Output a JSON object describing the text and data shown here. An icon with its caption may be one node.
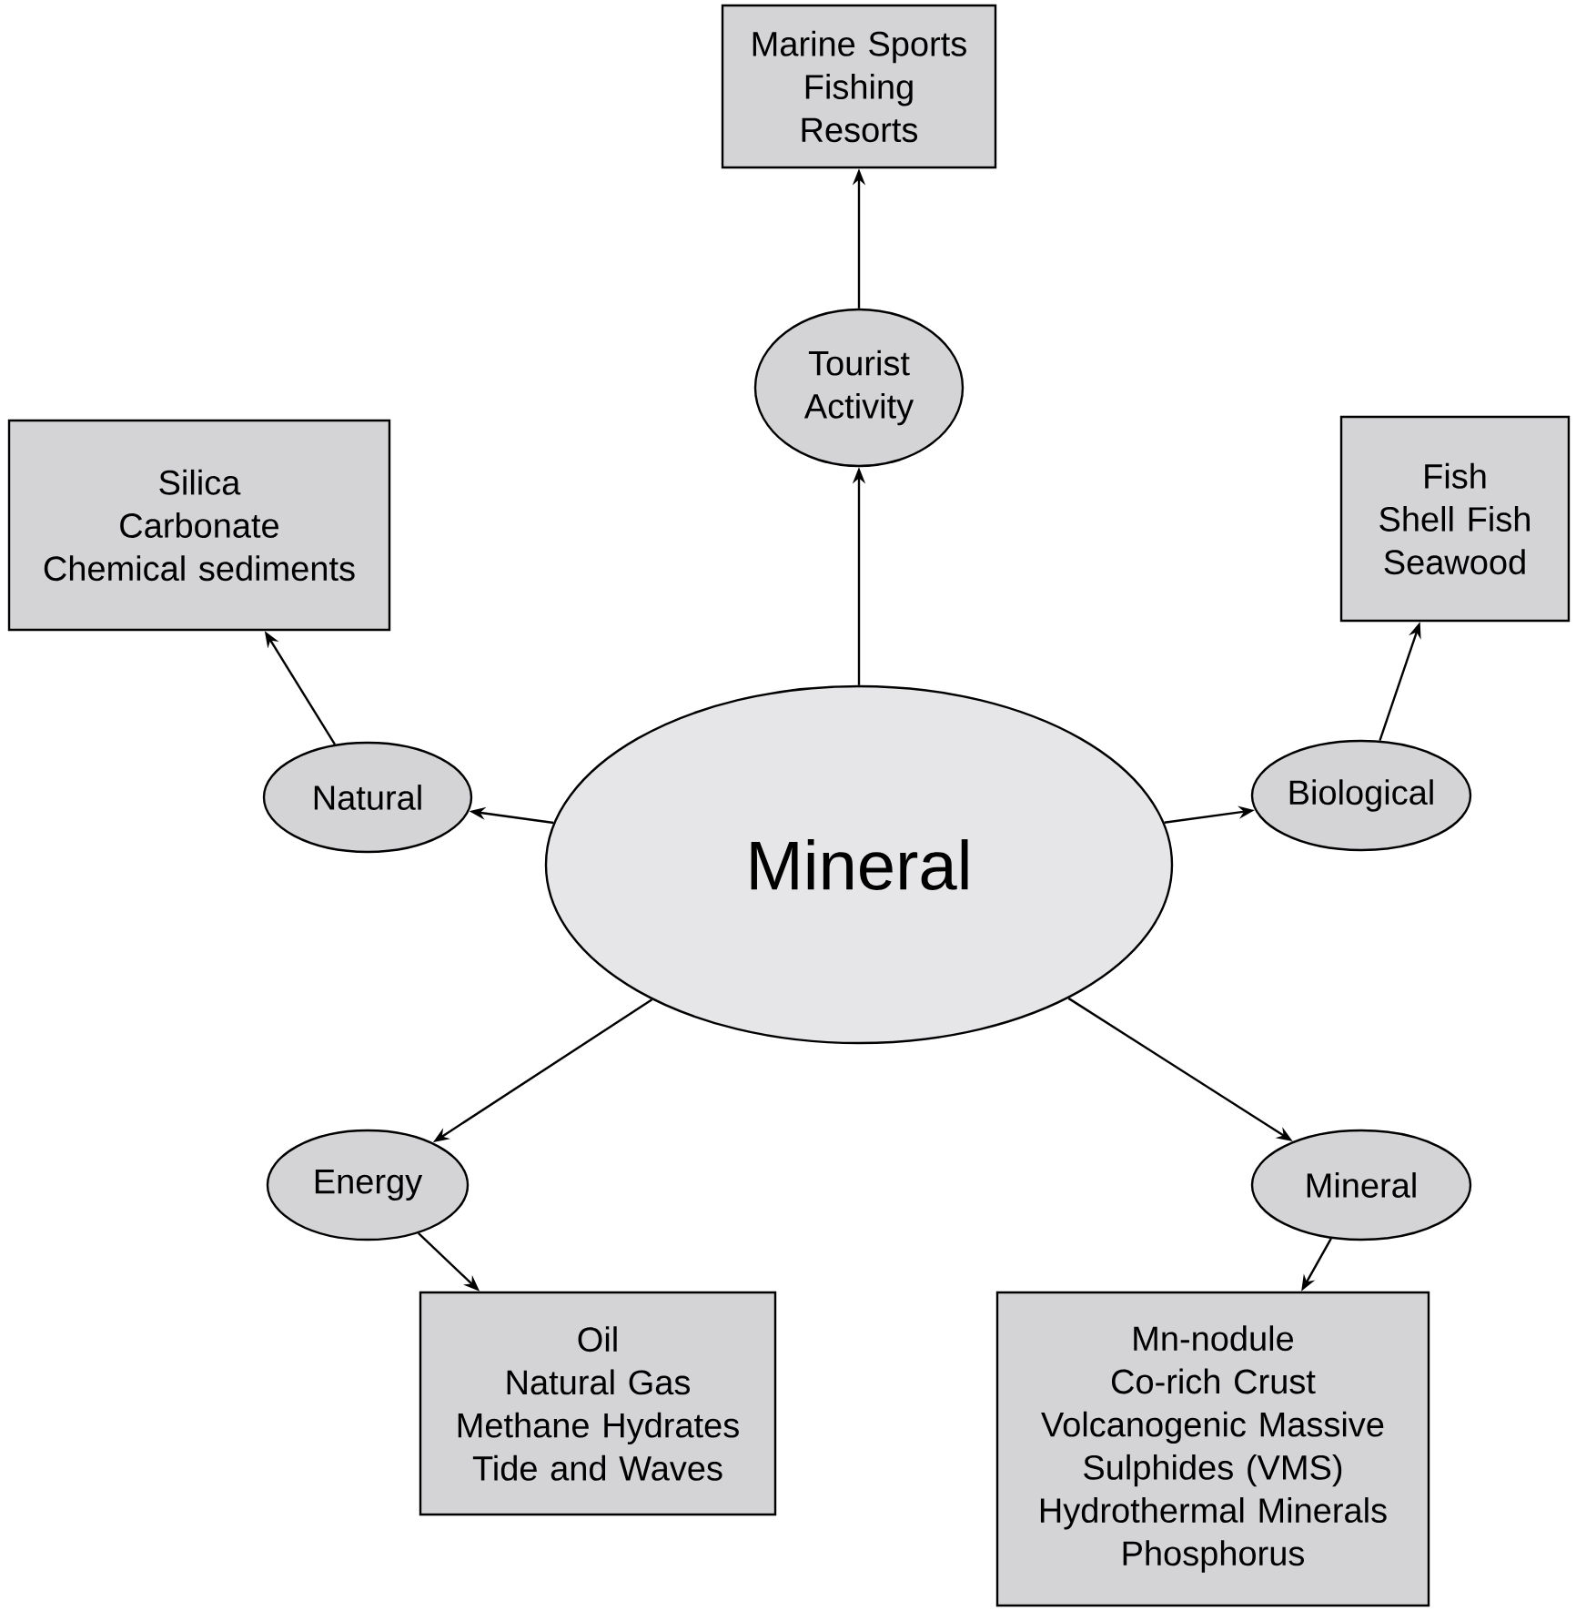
{
  "diagram": {
    "nodes": [
      {
        "text": [
          "Mineral"
        ]
      },
      {
        "text": [
          "Tourist Activity"
        ]
      },
      {
        "text": [
          "Marine Sports",
          "Fishing",
          "Resorts"
        ]
      },
      {
        "text": [
          "Natural"
        ]
      },
      {
        "text": [
          "Silica",
          "Carbonate",
          "Chemical sediments"
        ]
      },
      {
        "text": [
          "Biological"
        ]
      },
      {
        "text": [
          "Fish",
          "Shell Fish",
          "Seawood"
        ]
      },
      {
        "text": [
          "Energy"
        ]
      },
      {
        "text": [
          "Oil",
          "Natural Gas",
          "Methane Hydrates",
          "Tide and Waves"
        ]
      },
      {
        "text": [
          "Mineral"
        ]
      },
      {
        "text": [
          "Mn-nodule",
          "Co-rich Crust",
          "Volcanogenic Massive Sulphides (VMS)",
          "Hydrothermal Minerals",
          "Phosphorus"
        ]
      }
    ],
    "edges": [
      {
        "from": 0,
        "to": 1,
        "arrow": "to"
      },
      {
        "from": 1,
        "to": 2,
        "arrow": "to"
      },
      {
        "from": 0,
        "to": 3,
        "arrow": "to"
      },
      {
        "from": 3,
        "to": 4,
        "arrow": "to"
      },
      {
        "from": 0,
        "to": 5,
        "arrow": "to"
      },
      {
        "from": 5,
        "to": 6,
        "arrow": "to"
      },
      {
        "from": 0,
        "to": 7,
        "arrow": "to"
      },
      {
        "from": 7,
        "to": 8,
        "arrow": "to"
      },
      {
        "from": 0,
        "to": 9,
        "arrow": "to"
      },
      {
        "from": 9,
        "to": 10,
        "arrow": "to"
      }
    ]
  }
}
